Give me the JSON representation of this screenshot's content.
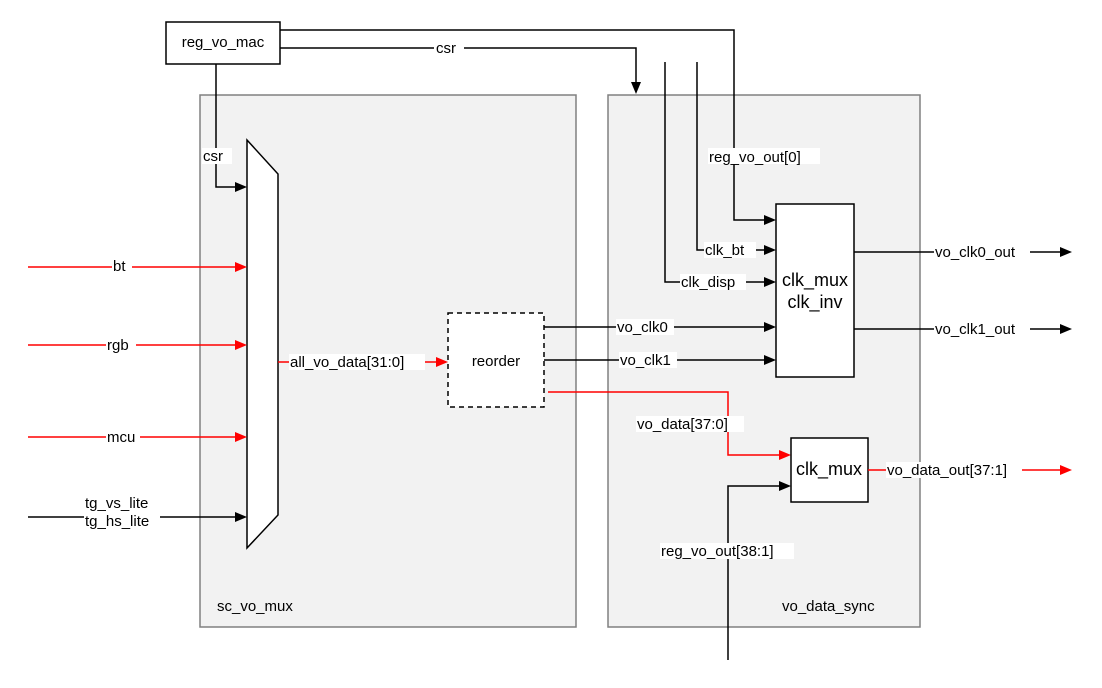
{
  "blocks": {
    "sc_vo_mux": "sc_vo_mux",
    "vo_data_sync": "vo_data_sync",
    "reg_vo_mac": "reg_vo_mac",
    "reorder": "reorder",
    "clk_mux_inv_line1": "clk_mux",
    "clk_mux_inv_line2": "clk_inv",
    "clk_mux": "clk_mux"
  },
  "signals": {
    "csr_top": "csr",
    "csr_left": "csr",
    "bt": "bt",
    "rgb": "rgb",
    "mcu": "mcu",
    "tg_vs_lite": "tg_vs_lite",
    "tg_hs_lite": "tg_hs_lite",
    "all_vo_data": "all_vo_data[31:0]",
    "reg_vo_out0": "reg_vo_out[0]",
    "clk_bt": "clk_bt",
    "clk_disp": "clk_disp",
    "vo_clk0": "vo_clk0",
    "vo_clk1": "vo_clk1",
    "vo_clk0_out": "vo_clk0_out",
    "vo_clk1_out": "vo_clk1_out",
    "vo_data": "vo_data[37:0]",
    "vo_data_out": "vo_data_out[37:1]",
    "reg_vo_out38": "reg_vo_out[38:1]"
  },
  "colors": {
    "control_wire": "#000000",
    "data_wire": "#ff0000",
    "block_fill": "#f2f2f2",
    "block_border": "#808080"
  }
}
